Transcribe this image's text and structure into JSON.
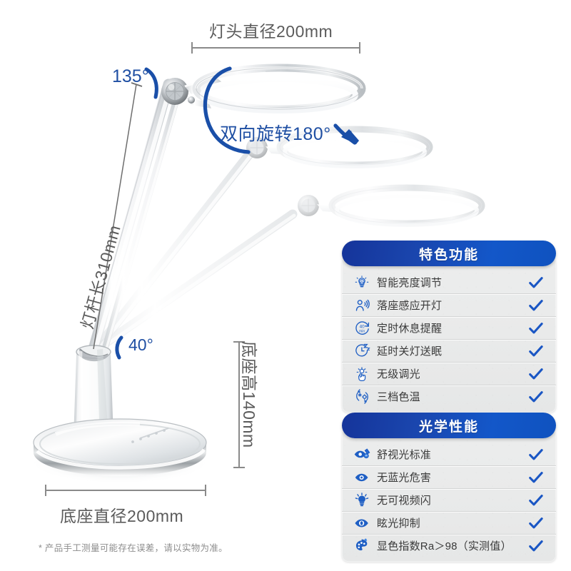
{
  "background_color": "#ffffff",
  "accent_blue": "#1f4fa3",
  "check_blue": "#1a56c4",
  "dimension_gray": "#8a8a8a",
  "dimensions": {
    "head_diameter": "灯头直径200mm",
    "arm_length": "灯杆长310mm",
    "base_height": "底座高140mm",
    "base_diameter": "底座直径200mm"
  },
  "annotations": {
    "angle_top": "135°",
    "angle_bottom": "40°",
    "rotation": "双向旋转180°"
  },
  "footnote": "* 产品手工测量可能存在误差，请以实物为准。",
  "panels": [
    {
      "id": "features",
      "title": "特色功能",
      "rows": [
        {
          "icon": "auto-brightness-bulb-icon",
          "label": "智能亮度调节",
          "check": "✓"
        },
        {
          "icon": "human-presence-sensor-icon",
          "label": "落座感应开灯",
          "check": "✓"
        },
        {
          "icon": "timer-40min-icon",
          "label": "定时休息提醒",
          "check": "✓"
        },
        {
          "icon": "sleep-timer-clock-icon",
          "label": "延时关灯送眠",
          "check": "✓"
        },
        {
          "icon": "stepless-dimming-hand-icon",
          "label": "无级调光",
          "check": "✓"
        },
        {
          "icon": "color-temperature-icon",
          "label": "三档色温",
          "check": "✓"
        }
      ]
    },
    {
      "id": "optical",
      "title": "光学性能",
      "rows": [
        {
          "icon": "eye-comfort-standard-icon",
          "label": "舒视光标准",
          "check": "✓"
        },
        {
          "icon": "no-blue-light-eye-icon",
          "label": "无蓝光危害",
          "check": "✓"
        },
        {
          "icon": "no-flicker-bulb-icon",
          "label": "无可视频闪",
          "check": "✓"
        },
        {
          "icon": "glare-suppression-eye-icon",
          "label": "眩光抑制",
          "check": "✓"
        },
        {
          "icon": "color-rendering-palette-icon",
          "label": "显色指数Ra＞98（实测值）",
          "check": "✓"
        }
      ]
    }
  ]
}
